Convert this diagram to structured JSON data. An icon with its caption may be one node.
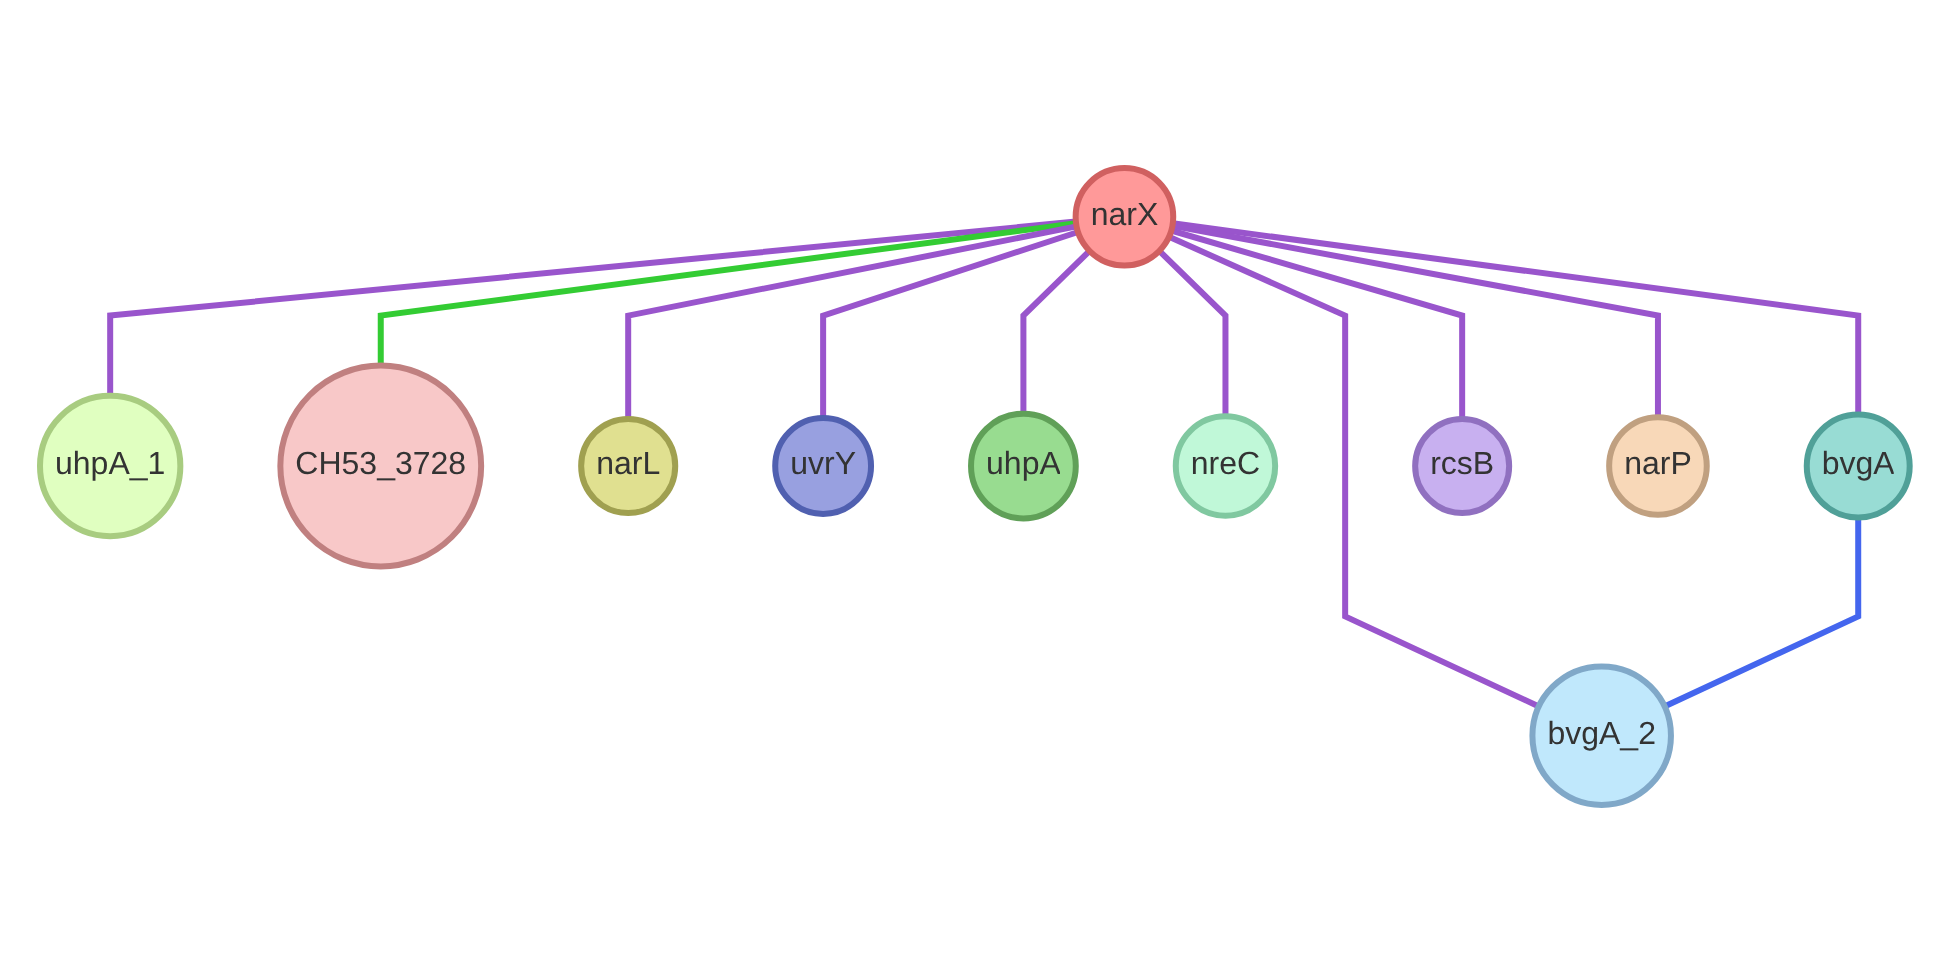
{
  "diagram": {
    "nodes": [
      {
        "text": [
          "narX"
        ]
      },
      {
        "text": [
          "uhpA_1"
        ]
      },
      {
        "text": [
          "CH53_3728"
        ]
      },
      {
        "text": [
          "narL"
        ]
      },
      {
        "text": [
          "uvrY"
        ]
      },
      {
        "text": [
          "uhpA"
        ]
      },
      {
        "text": [
          "nreC"
        ]
      },
      {
        "text": [
          "bvgA_2"
        ]
      },
      {
        "text": [
          "bvgA"
        ]
      },
      {
        "text": [
          "rcsB"
        ]
      },
      {
        "text": [
          "narP"
        ]
      }
    ],
    "edges": [
      {
        "from": 0,
        "to": 1,
        "arrow": "none"
      },
      {
        "from": 0,
        "to": 2,
        "arrow": "none",
        "color": "#33cc33"
      },
      {
        "from": 0,
        "to": 3,
        "arrow": "none"
      },
      {
        "from": 0,
        "to": 4,
        "arrow": "none"
      },
      {
        "from": 0,
        "to": 5,
        "arrow": "none"
      },
      {
        "from": 0,
        "to": 6,
        "arrow": "none"
      },
      {
        "from": 0,
        "to": 7,
        "arrow": "none"
      },
      {
        "from": 0,
        "to": 8,
        "arrow": "none"
      },
      {
        "from": 0,
        "to": 9,
        "arrow": "none"
      },
      {
        "from": 0,
        "to": 10,
        "arrow": "none"
      },
      {
        "from": 8,
        "to": 7,
        "arrow": "none",
        "color": "#4466ee"
      }
    ]
  }
}
